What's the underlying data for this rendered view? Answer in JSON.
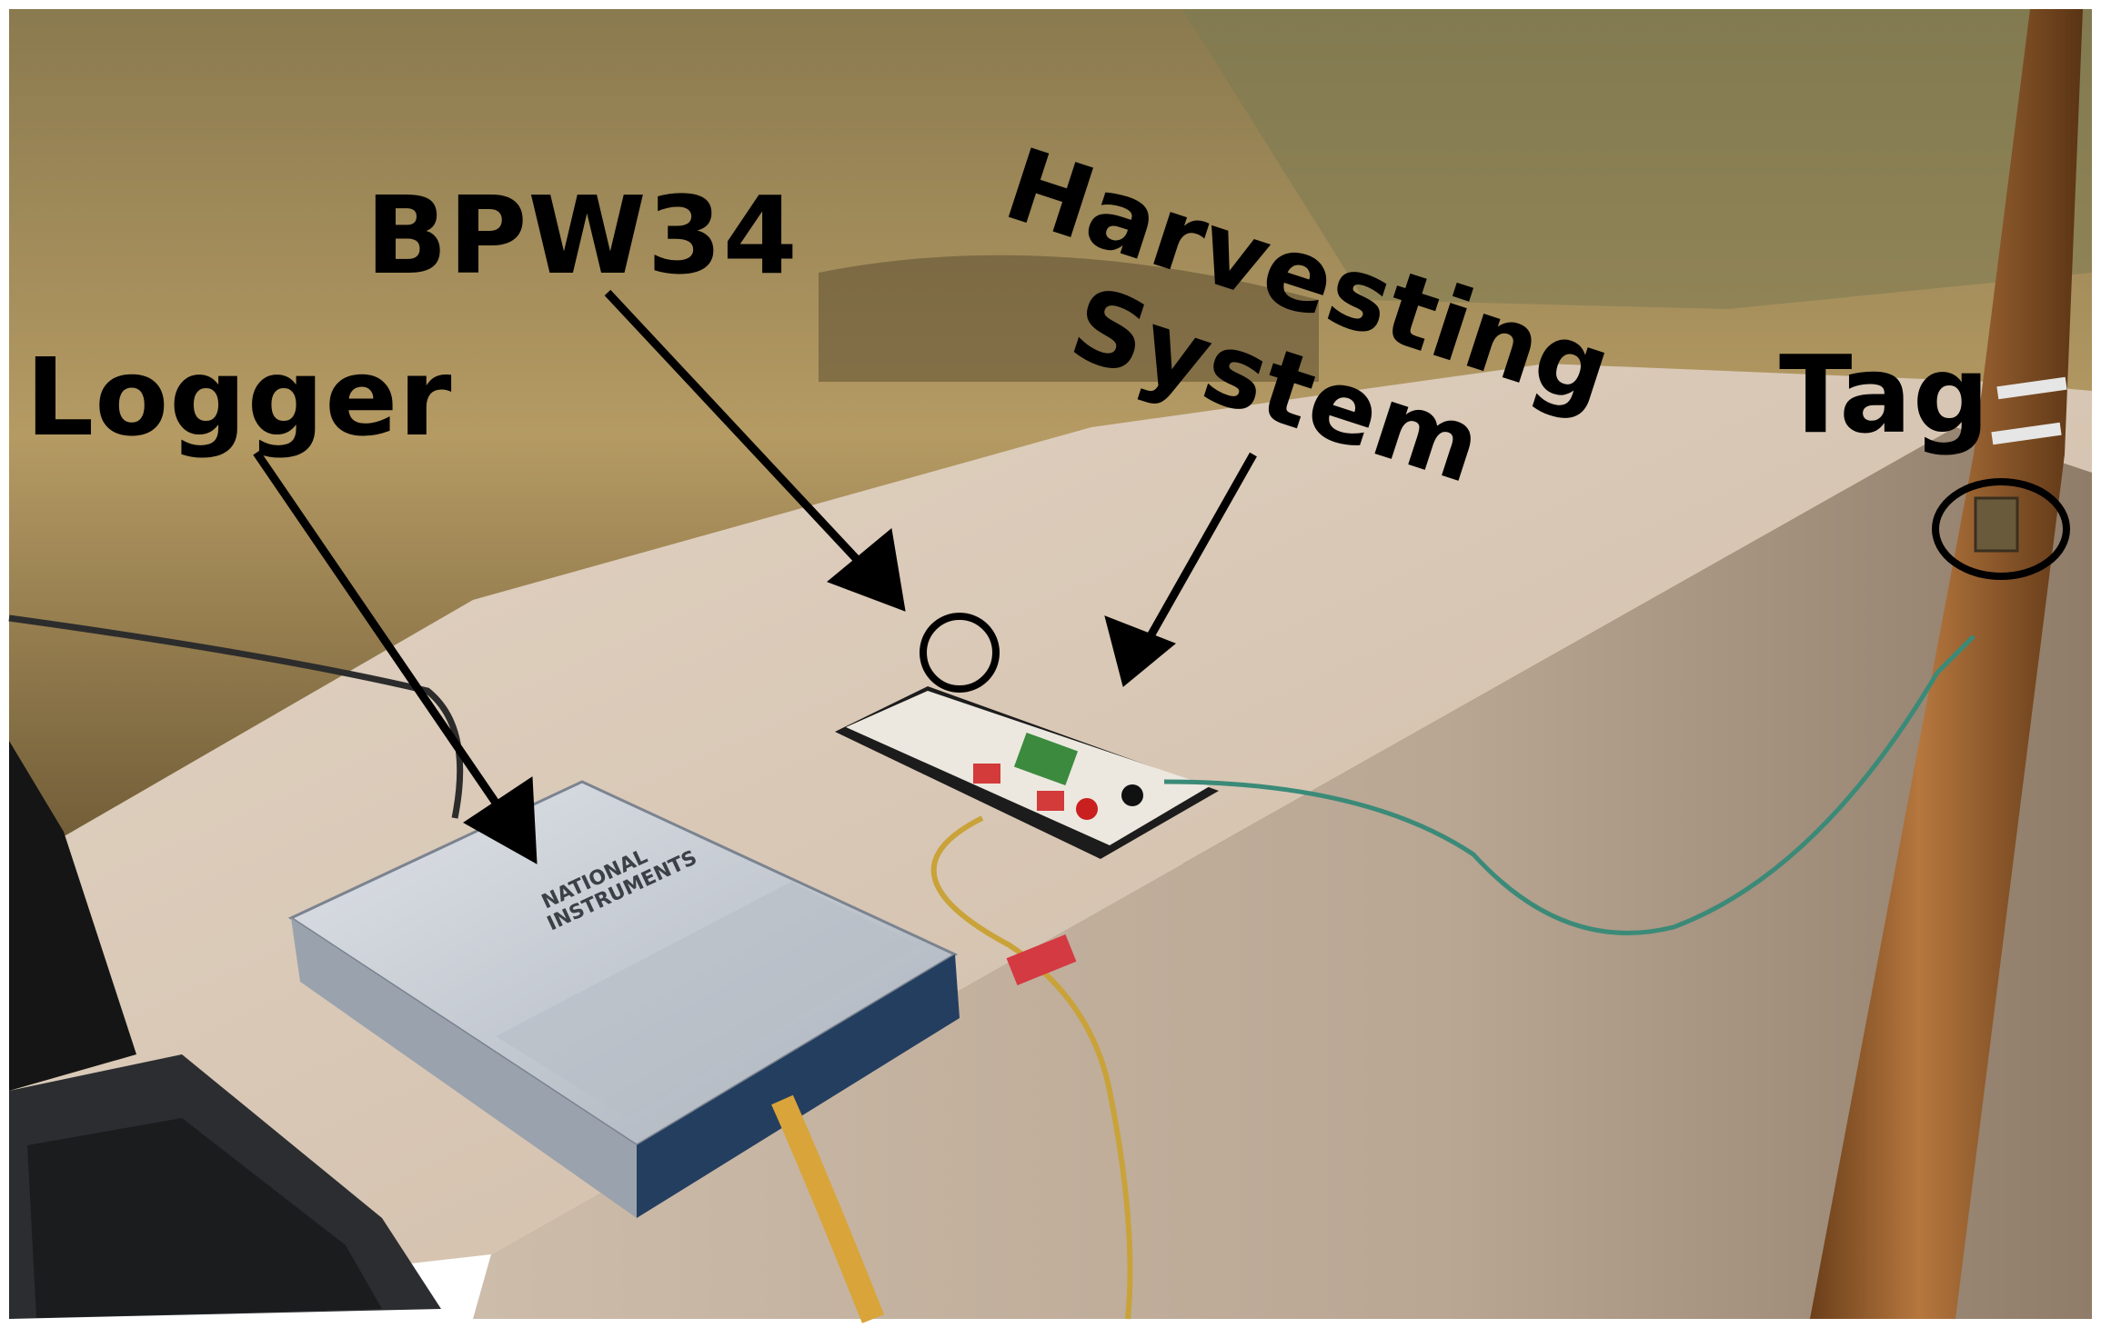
{
  "labels": {
    "logger": "Logger",
    "bpw34": "BPW34",
    "harvesting_line1": "Harvesting",
    "harvesting_line2": "System",
    "tag": "Tag"
  },
  "device": {
    "brand_line1": "NATIONAL",
    "brand_line2": "INSTRUMENTS"
  },
  "colors": {
    "grass": "#b59a63",
    "concrete_top": "#d8c7b5",
    "concrete_face": "#c7b5a2",
    "logger_body": "#c9ced6",
    "logger_trim": "#2a4f78",
    "breadboard": "#ece8df",
    "pole": "#9e6430",
    "annotation": "#000000"
  }
}
